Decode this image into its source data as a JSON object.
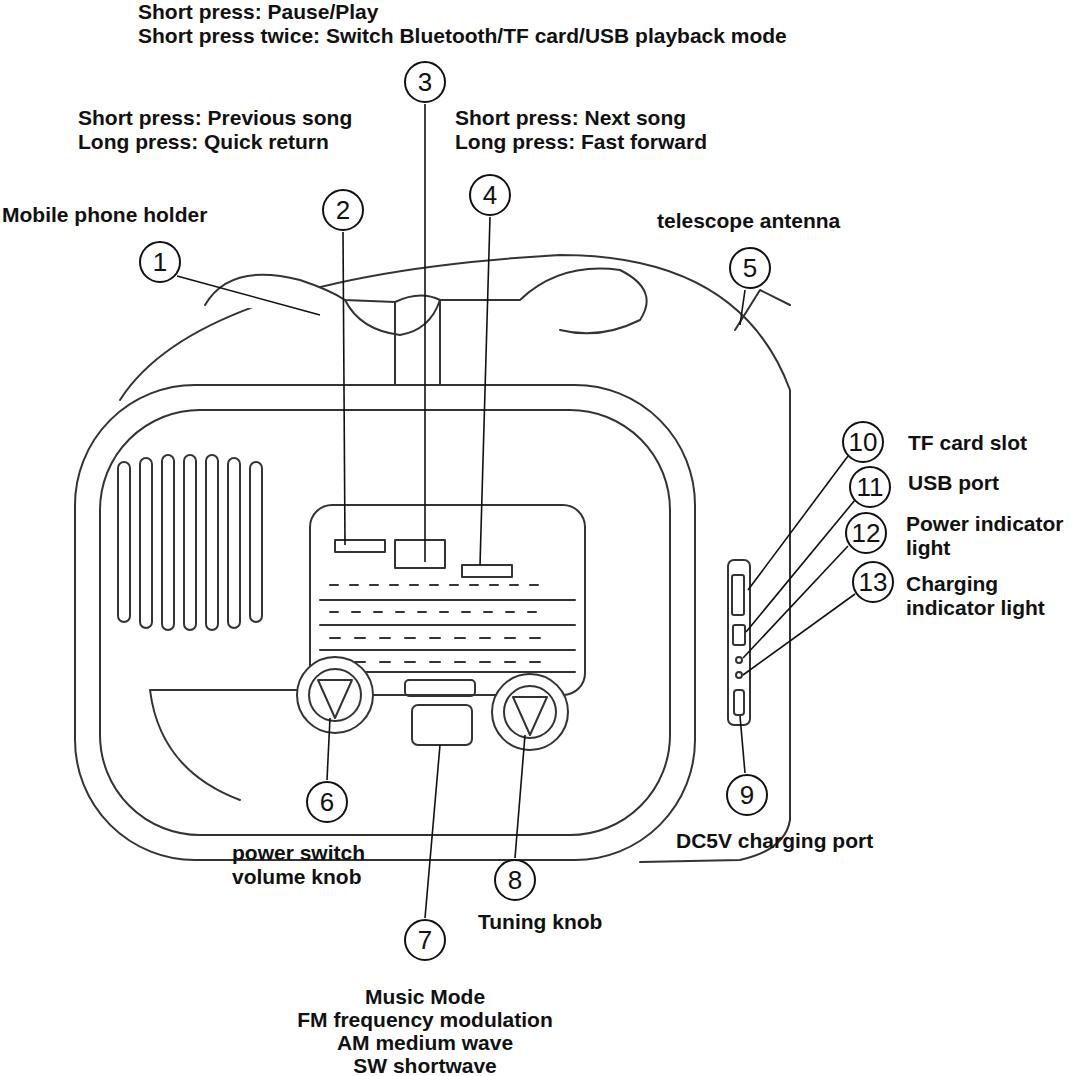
{
  "diagram": {
    "nodes": [
      {
        "text": [
          "3"
        ]
      },
      {
        "text": [
          "2"
        ]
      },
      {
        "text": [
          "4"
        ]
      },
      {
        "text": [
          "1"
        ]
      },
      {
        "text": [
          "5"
        ]
      },
      {
        "text": [
          "10"
        ]
      },
      {
        "text": [
          "11"
        ]
      },
      {
        "text": [
          "12"
        ]
      },
      {
        "text": [
          "13"
        ]
      },
      {
        "text": [
          "6"
        ]
      },
      {
        "text": [
          "9"
        ]
      },
      {
        "text": [
          "8"
        ]
      },
      {
        "text": [
          "7"
        ]
      }
    ],
    "labels": [
      "Short press: Pause/Play",
      "Short press twice: Switch Bluetooth/TF card/USB playback mode",
      "Short press: Previous song",
      "Long press: Quick return",
      "Short press: Next song",
      "Long press: Fast forward",
      "Mobile phone holder",
      "telescope antenna",
      "TF card slot",
      "USB port",
      "Power indicator light",
      "Charging indicator light",
      "DC5V charging port",
      "power switch volume knob",
      "Tuning knob",
      "Music Mode",
      "FM frequency modulation",
      "AM medium wave",
      "SW shortwave"
    ]
  }
}
